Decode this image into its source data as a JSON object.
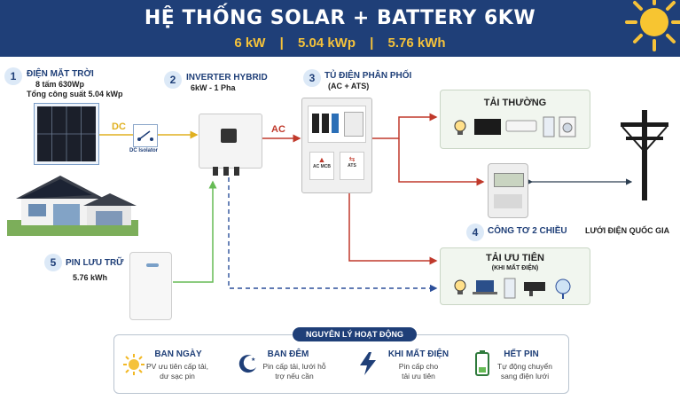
{
  "header": {
    "title": "HỆ THỐNG SOLAR + BATTERY 6KW",
    "spec_power": "6 kW",
    "spec_pv": "5.04 kWp",
    "spec_battery": "5.76 kWh",
    "separator": "|"
  },
  "solar": {
    "number": "1",
    "title": "ĐIỆN MẶT TRỜI",
    "line1": "8 tấm 630Wp",
    "line2": "Tổng công suất 5.04 kWp"
  },
  "dc": {
    "label": "DC",
    "isolator": "DC Isolator"
  },
  "inverter": {
    "number": "2",
    "title": "INVERTER HYBRID",
    "subtitle": "6kW - 1 Pha"
  },
  "ac": {
    "label": "AC"
  },
  "distribution": {
    "number": "3",
    "title": "TỦ ĐIỆN PHÂN PHỐI",
    "subtitle": "(AC + ATS)",
    "mcb_label": "AC MCB",
    "ats_label": "ATS"
  },
  "normal_load": {
    "title": "TẢI THƯỜNG"
  },
  "meter": {
    "number": "4",
    "title": "CÔNG TƠ 2 CHIỀU"
  },
  "grid": {
    "title": "LƯỚI ĐIỆN QUỐC GIA"
  },
  "priority_load": {
    "title": "TẢI ƯU TIÊN",
    "subtitle": "(KHI MẤT ĐIỆN)"
  },
  "battery": {
    "number": "5",
    "title": "PIN LƯU TRỮ",
    "capacity": "5.76 kWh"
  },
  "operation": {
    "title": "NGUYÊN LÝ HOẠT ĐỘNG",
    "modes": [
      {
        "title": "BAN NGÀY",
        "text1": "PV ưu tiên cấp tải,",
        "text2": "dư sạc pin"
      },
      {
        "title": "BAN ĐÊM",
        "text1": "Pin cấp tải, lưới hỗ",
        "text2": "trợ nếu cần"
      },
      {
        "title": "KHI MẤT ĐIỆN",
        "text1": "Pin cấp cho",
        "text2": "tải ưu tiên"
      },
      {
        "title": "HẾT PIN",
        "text1": "Tự động chuyển",
        "text2": "sang điện lưới"
      }
    ]
  },
  "colors": {
    "navy": "#1f3f78",
    "gold": "#f5c23a",
    "dc_line": "#e0b020",
    "ac_line": "#c0392b",
    "battery_line": "#66bb55",
    "comm_line": "#2c4f9a"
  }
}
